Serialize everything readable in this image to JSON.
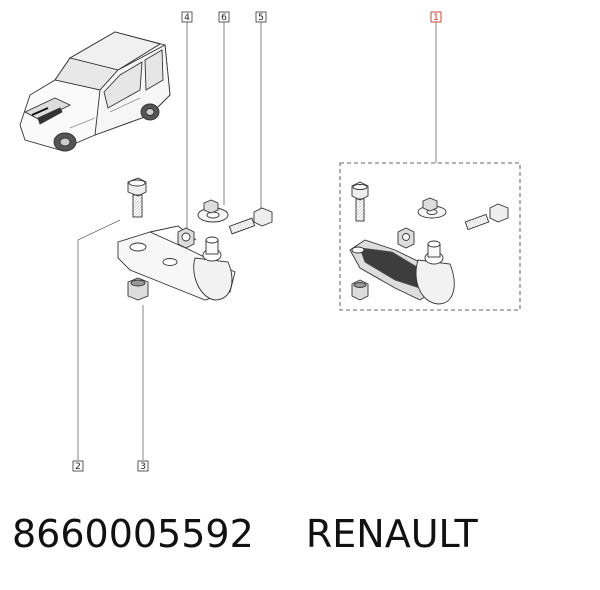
{
  "callouts": [
    {
      "id": "1",
      "color": "#c0392b"
    },
    {
      "id": "2",
      "color": "#333333"
    },
    {
      "id": "3",
      "color": "#333333"
    },
    {
      "id": "4",
      "color": "#333333"
    },
    {
      "id": "5",
      "color": "#333333"
    },
    {
      "id": "6",
      "color": "#333333"
    }
  ],
  "footer": {
    "part_number": "8660005592",
    "brand": "RENAULT"
  },
  "colors": {
    "line": "#333333",
    "highlight": "#c0392b",
    "fill": "#f4f4f4"
  },
  "icons": [
    "van-illustration",
    "bolt-icon",
    "nut-icon",
    "washer-icon",
    "ball-joint-icon"
  ]
}
